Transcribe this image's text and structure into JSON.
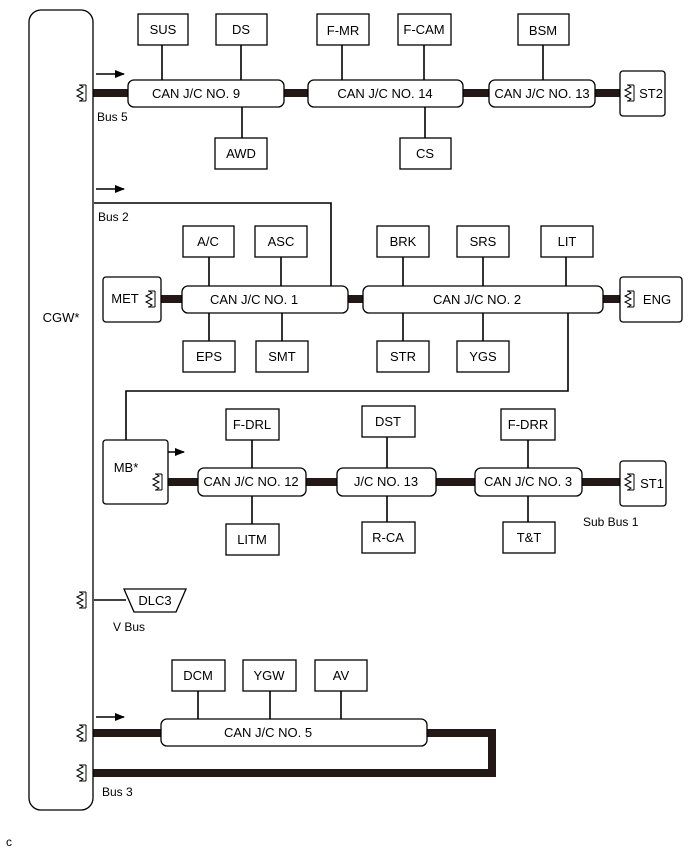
{
  "gateway": {
    "label": "CGW*"
  },
  "buses": {
    "bus5": "Bus 5",
    "bus2": "Bus 2",
    "bus3": "Bus 3",
    "vbus": "V Bus",
    "subbus1": "Sub Bus 1"
  },
  "junctions": {
    "jc9": "CAN J/C NO. 9",
    "jc14": "CAN J/C NO. 14",
    "jc13": "CAN J/C NO. 13",
    "jc1": "CAN J/C NO. 1",
    "jc2": "CAN J/C NO. 2",
    "jc12": "CAN J/C NO. 12",
    "jcn13": "J/C NO. 13",
    "jc3": "CAN J/C NO. 3",
    "jc5": "CAN J/C NO. 5"
  },
  "ecus": {
    "sus": "SUS",
    "ds": "DS",
    "fmr": "F-MR",
    "fcam": "F-CAM",
    "bsm": "BSM",
    "awd": "AWD",
    "cs": "CS",
    "st2": "ST2",
    "ac": "A/C",
    "asc": "ASC",
    "brk": "BRK",
    "srs": "SRS",
    "lit": "LIT",
    "met": "MET",
    "eng": "ENG",
    "eps": "EPS",
    "smt": "SMT",
    "str": "STR",
    "ygs": "YGS",
    "fdrl": "F-DRL",
    "dst": "DST",
    "fdrr": "F-DRR",
    "mb": "MB*",
    "st1": "ST1",
    "litm": "LITM",
    "rca": "R-CA",
    "tt": "T&T",
    "dlc3": "DLC3",
    "dcm": "DCM",
    "ygw": "YGW",
    "av": "AV"
  },
  "figure_code": "c"
}
